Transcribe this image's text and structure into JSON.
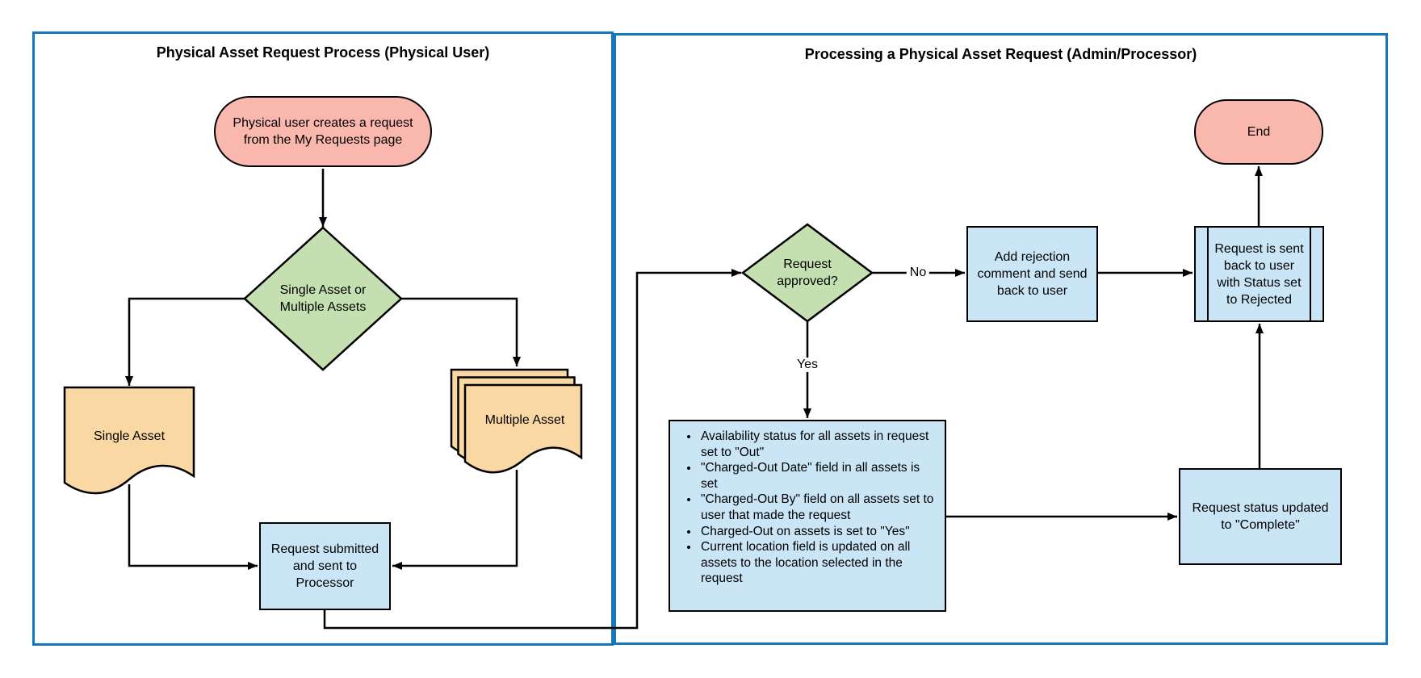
{
  "diagram": {
    "left_panel": {
      "title": "Physical Asset Request Process (Physical User)",
      "start_terminator": "Physical user creates a request from the My Requests page",
      "decision_asset_count": "Single Asset or Multiple Assets",
      "single_asset_document": "Single Asset",
      "multiple_asset_document": "Multiple Asset",
      "submit_process": "Request submitted and sent to Processor"
    },
    "right_panel": {
      "title": "Processing a Physical Asset Request (Admin/Processor)",
      "decision_request_approved": "Request approved?",
      "no_label": "No",
      "yes_label": "Yes",
      "add_rejection_process": "Add rejection comment and send back to user",
      "sent_back_predefined_process": "Request is sent back to user with Status set to Rejected",
      "end_terminator": "End",
      "approved_actions": [
        "Availability status for all assets in request set to \"Out\"",
        "\"Charged-Out Date\" field in all assets is set",
        "\"Charged-Out By\" field on all assets set to user that made the request",
        "Charged-Out on assets is set to \"Yes\"",
        "Current location field is updated on all assets to the location selected in the request"
      ],
      "complete_process": "Request status updated to \"Complete\""
    },
    "colors": {
      "panel_border": "#1578BE",
      "terminator_fill": "#F9B7AE",
      "decision_fill": "#C5E0B0",
      "process_fill": "#C9E5F6",
      "document_fill": "#FAD8A3",
      "line_stroke": "#000000"
    }
  }
}
